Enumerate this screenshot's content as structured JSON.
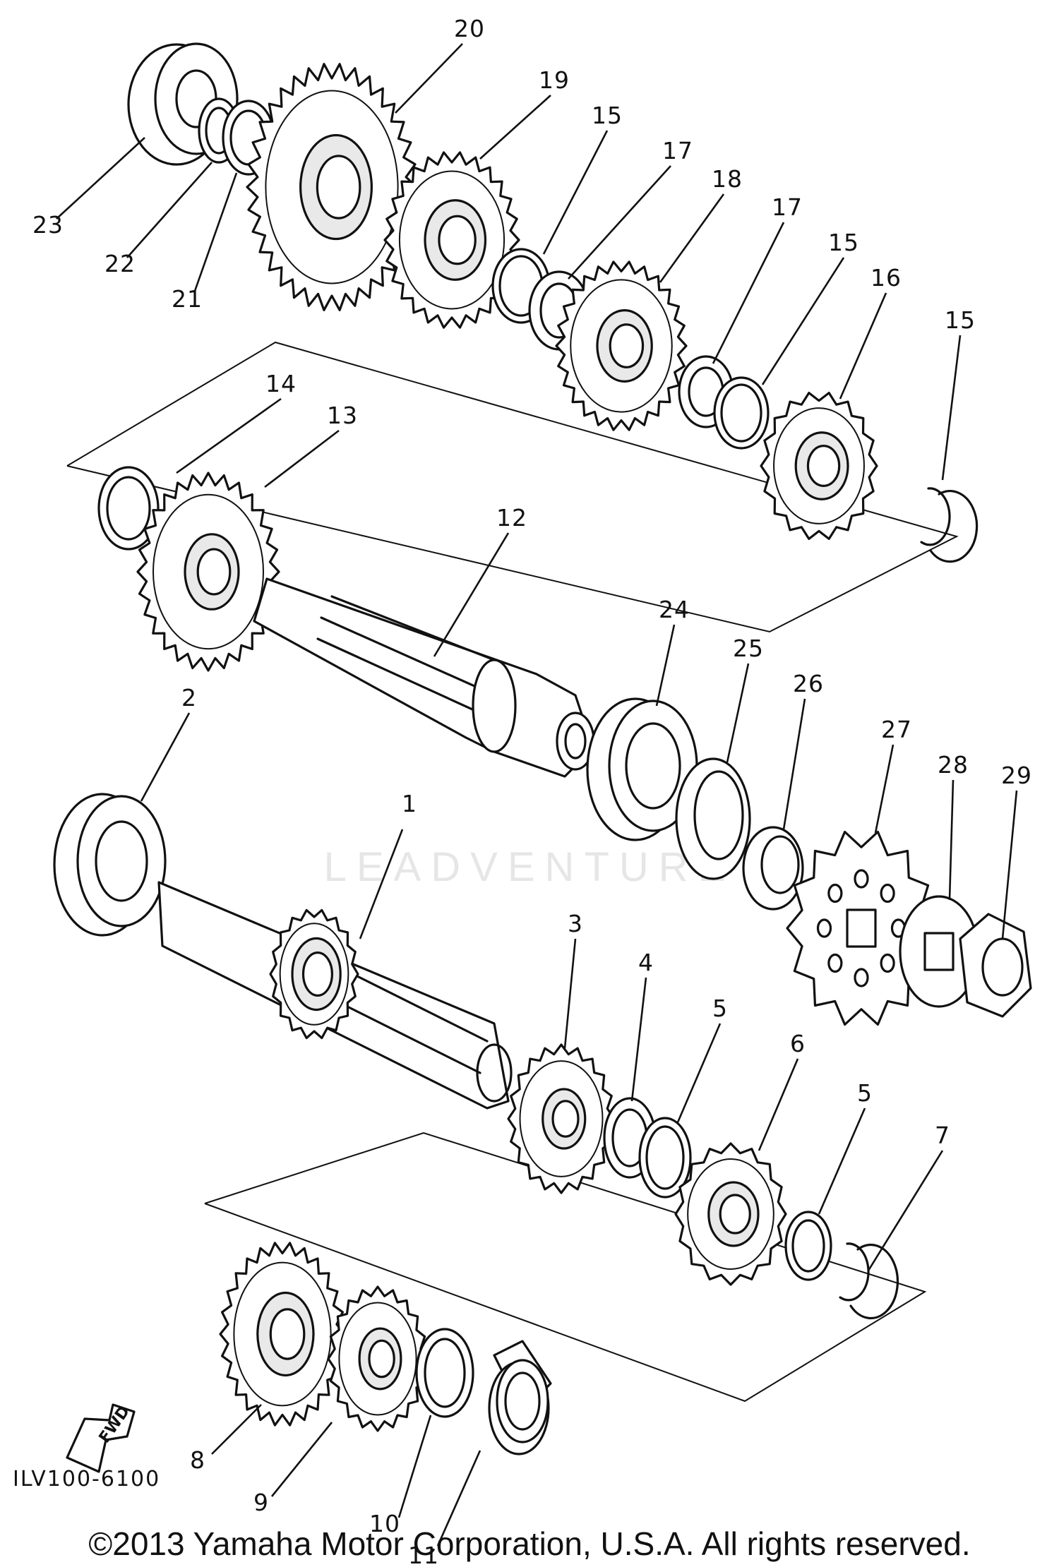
{
  "diagram": {
    "callouts": [
      "1",
      "2",
      "3",
      "4",
      "5",
      "5",
      "6",
      "7",
      "8",
      "9",
      "10",
      "11",
      "12",
      "13",
      "14",
      "15",
      "15",
      "15",
      "16",
      "17",
      "17",
      "18",
      "19",
      "20",
      "21",
      "22",
      "23",
      "24",
      "25",
      "26",
      "27",
      "28",
      "29"
    ],
    "figure_code": "ILV100-6100",
    "fwd_label": "FWD",
    "watermark": "LEADVENTURE",
    "copyright": "©2013 Yamaha Motor Corporation, U.S.A. All rights reserved."
  },
  "colors": {
    "ink": "#111111",
    "background": "#ffffff",
    "watermark": "#e6e6e6"
  }
}
